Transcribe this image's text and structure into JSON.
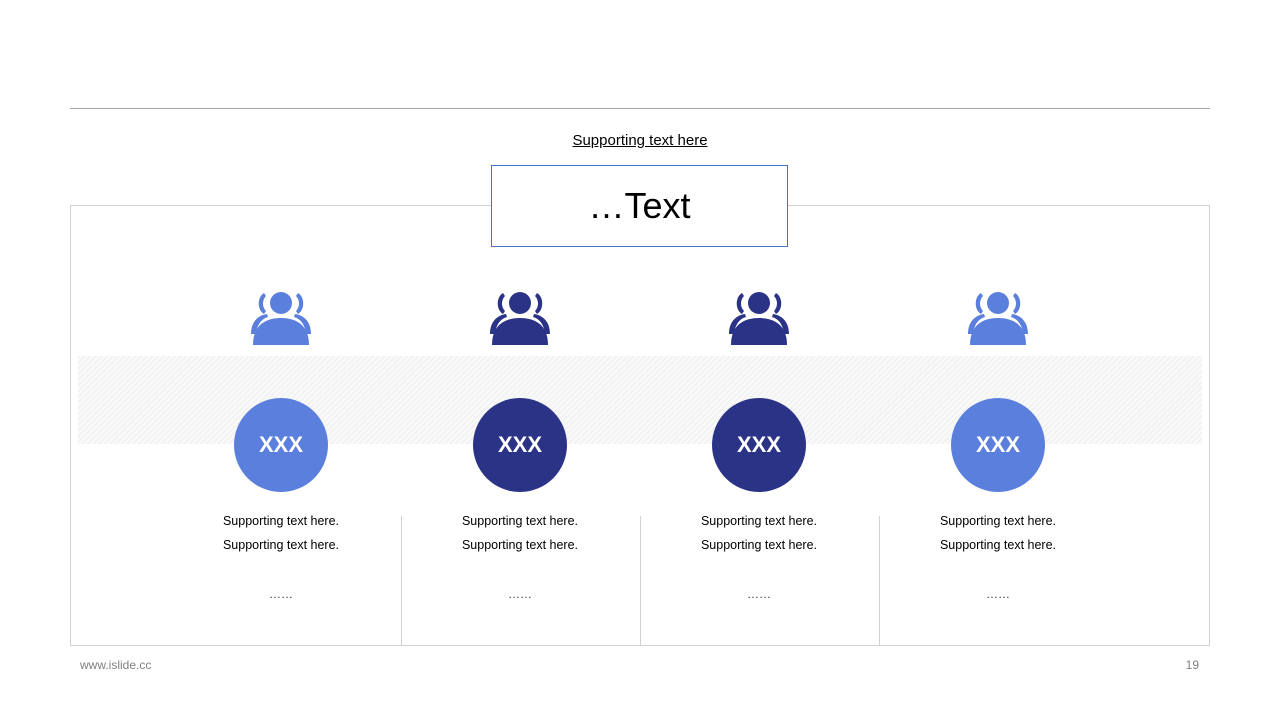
{
  "slide": {
    "subtitle": "Supporting text here",
    "title": "…Text",
    "footer_left": "www.islide.cc",
    "page_number": "19"
  },
  "colors": {
    "light_blue": "#5b7fdc",
    "dark_navy": "#2b3387",
    "title_border": "#4472c4"
  },
  "columns": [
    {
      "badge": "XXX",
      "icon": "person-group-icon",
      "color": "#5b7fdc",
      "line1": "Supporting  text here.",
      "line2": "Supporting  text here.",
      "ellipsis": "……"
    },
    {
      "badge": "XXX",
      "icon": "person-group-icon",
      "color": "#2b3387",
      "line1": "Supporting  text here.",
      "line2": "Supporting  text here.",
      "ellipsis": "……"
    },
    {
      "badge": "XXX",
      "icon": "person-group-icon",
      "color": "#2b3387",
      "line1": "Supporting  text here.",
      "line2": "Supporting  text here.",
      "ellipsis": "……"
    },
    {
      "badge": "XXX",
      "icon": "person-group-icon",
      "color": "#5b7fdc",
      "line1": "Supporting  text here.",
      "line2": "Supporting  text here.",
      "ellipsis": "……"
    }
  ]
}
